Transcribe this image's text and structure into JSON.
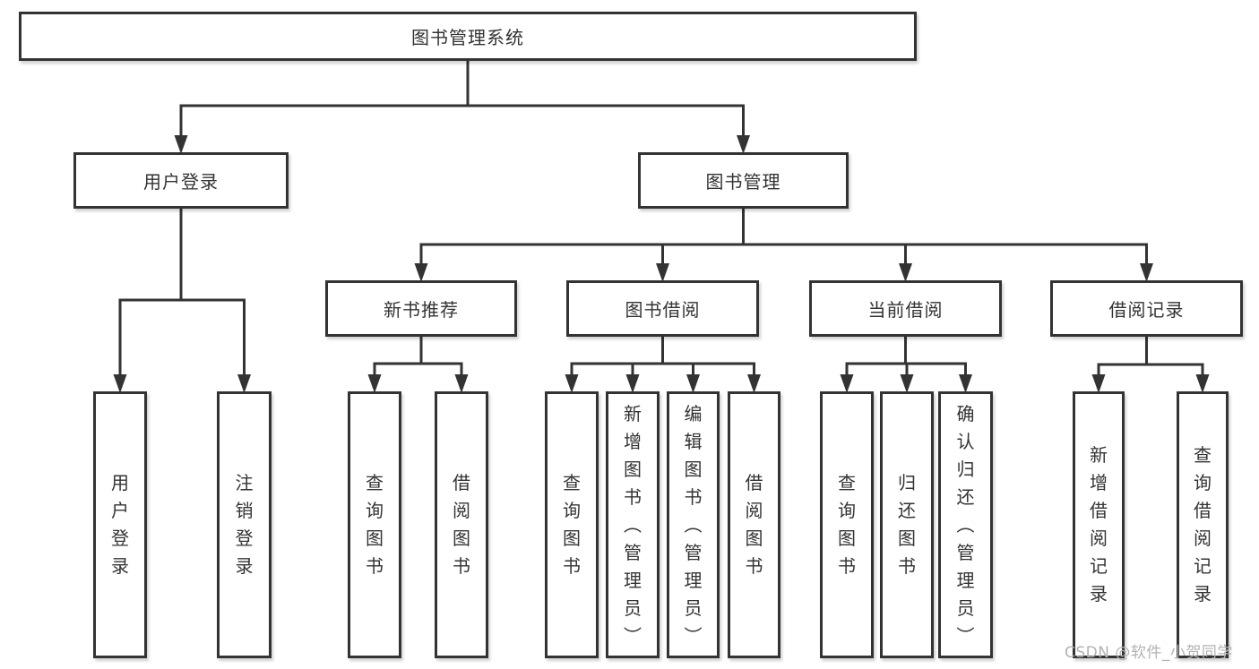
{
  "page": {
    "background": "#ffffff"
  },
  "colors": {
    "line": "#333333",
    "border": "#333333",
    "text": "#333333",
    "box_bg": "#ffffff",
    "watermark": "#b3b3b3"
  },
  "watermark": {
    "text": "CSDN @软件_小贺同学"
  },
  "diagram": {
    "type": "tree",
    "title": "图书管理系统",
    "nodes": [
      {
        "id": "root",
        "label": "图书管理系统",
        "parent": null,
        "orientation": "horizontal"
      },
      {
        "id": "user-login",
        "label": "用户登录",
        "parent": "root",
        "orientation": "horizontal"
      },
      {
        "id": "book-mgmt",
        "label": "图书管理",
        "parent": "root",
        "orientation": "horizontal"
      },
      {
        "id": "login",
        "label": "用户登录",
        "parent": "user-login",
        "orientation": "vertical"
      },
      {
        "id": "logout",
        "label": "注销登录",
        "parent": "user-login",
        "orientation": "vertical"
      },
      {
        "id": "new-book-rec",
        "label": "新书推荐",
        "parent": "book-mgmt",
        "orientation": "horizontal"
      },
      {
        "id": "book-borrow",
        "label": "图书借阅",
        "parent": "book-mgmt",
        "orientation": "horizontal"
      },
      {
        "id": "current-borrow",
        "label": "当前借阅",
        "parent": "book-mgmt",
        "orientation": "horizontal"
      },
      {
        "id": "borrow-record",
        "label": "借阅记录",
        "parent": "book-mgmt",
        "orientation": "horizontal"
      },
      {
        "id": "nbr-query-book",
        "label": "查询图书",
        "parent": "new-book-rec",
        "orientation": "vertical"
      },
      {
        "id": "nbr-borrow-book",
        "label": "借阅图书",
        "parent": "new-book-rec",
        "orientation": "vertical"
      },
      {
        "id": "bb-query-book",
        "label": "查询图书",
        "parent": "book-borrow",
        "orientation": "vertical"
      },
      {
        "id": "bb-add-book",
        "label": "新增图书（管理员）",
        "parent": "book-borrow",
        "orientation": "vertical"
      },
      {
        "id": "bb-edit-book",
        "label": "编辑图书（管理员）",
        "parent": "book-borrow",
        "orientation": "vertical"
      },
      {
        "id": "bb-borrow-book",
        "label": "借阅图书",
        "parent": "book-borrow",
        "orientation": "vertical"
      },
      {
        "id": "cb-query-book",
        "label": "查询图书",
        "parent": "current-borrow",
        "orientation": "vertical"
      },
      {
        "id": "cb-return-book",
        "label": "归还图书",
        "parent": "current-borrow",
        "orientation": "vertical"
      },
      {
        "id": "cb-confirm-return",
        "label": "确认归还（管理员）",
        "parent": "current-borrow",
        "orientation": "vertical"
      },
      {
        "id": "br-add-record",
        "label": "新增借阅记录",
        "parent": "borrow-record",
        "orientation": "vertical"
      },
      {
        "id": "br-query-record",
        "label": "查询借阅记录",
        "parent": "borrow-record",
        "orientation": "vertical"
      }
    ]
  }
}
